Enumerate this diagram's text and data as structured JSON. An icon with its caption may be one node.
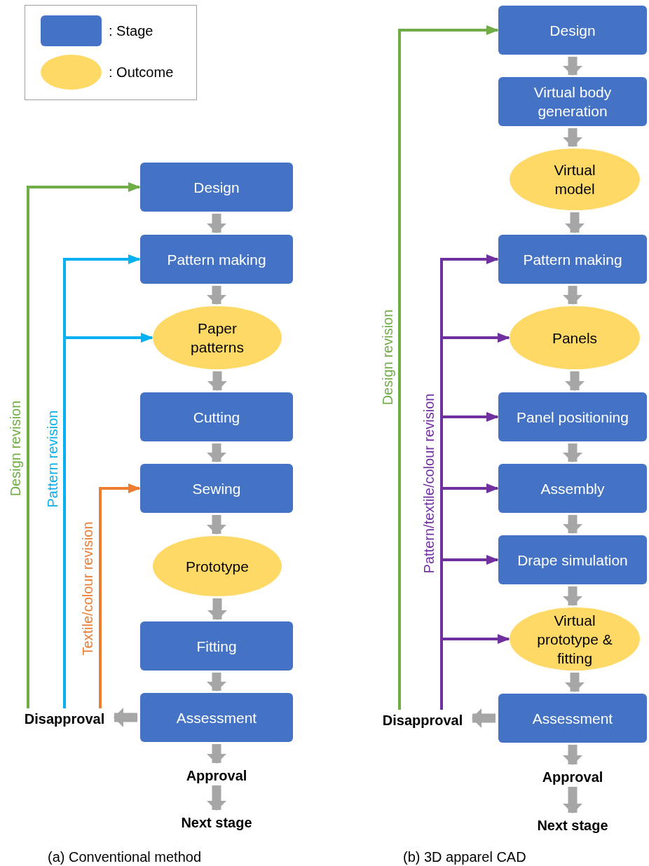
{
  "diagram": {
    "nodes": [
      {
        "text": [
          "Design"
        ]
      },
      {
        "text": [
          "Pattern making"
        ]
      },
      {
        "text": [
          "Paper patterns"
        ]
      },
      {
        "text": [
          "Cutting"
        ]
      },
      {
        "text": [
          "Sewing"
        ]
      },
      {
        "text": [
          "Prototype"
        ]
      },
      {
        "text": [
          "Fitting"
        ]
      },
      {
        "text": [
          "Assessment"
        ]
      },
      {
        "text": [
          "Disapproval"
        ]
      },
      {
        "text": [
          "Approval"
        ]
      },
      {
        "text": [
          "Next stage"
        ]
      },
      {
        "text": [
          "Design"
        ]
      },
      {
        "text": [
          "Virtual body generation"
        ]
      },
      {
        "text": [
          "Virtual model"
        ]
      },
      {
        "text": [
          "Pattern making"
        ]
      },
      {
        "text": [
          "Panels"
        ]
      },
      {
        "text": [
          "Panel positioning"
        ]
      },
      {
        "text": [
          "Assembly"
        ]
      },
      {
        "text": [
          "Drape simulation"
        ]
      },
      {
        "text": [
          "Virtual prototype & fitting"
        ]
      },
      {
        "text": [
          "Assessment"
        ]
      },
      {
        "text": [
          "Disapproval"
        ]
      },
      {
        "text": [
          "Approval"
        ]
      },
      {
        "text": [
          "Next stage"
        ]
      }
    ],
    "edges": [
      {
        "from": 0,
        "to": 1,
        "arrow": "to"
      },
      {
        "from": 1,
        "to": 2,
        "arrow": "to"
      },
      {
        "from": 2,
        "to": 3,
        "arrow": "to"
      },
      {
        "from": 3,
        "to": 4,
        "arrow": "to"
      },
      {
        "from": 4,
        "to": 5,
        "arrow": "to"
      },
      {
        "from": 5,
        "to": 6,
        "arrow": "to"
      },
      {
        "from": 6,
        "to": 7,
        "arrow": "to"
      },
      {
        "from": 7,
        "to": 9,
        "arrow": "to"
      },
      {
        "from": 9,
        "to": 10,
        "arrow": "to"
      },
      {
        "from": 7,
        "to": 8,
        "arrow": "to"
      },
      {
        "from": 8,
        "to": 0,
        "arrow": "to",
        "label": "Design revision",
        "color": "#70ad47"
      },
      {
        "from": 8,
        "to": 1,
        "arrow": "to",
        "label": "Pattern revision",
        "color": "#00b0f0"
      },
      {
        "from": 8,
        "to": 2,
        "arrow": "to",
        "color": "#00b0f0"
      },
      {
        "from": 8,
        "to": 4,
        "arrow": "to",
        "label": "Textile/colour revision",
        "color": "#ed7d31"
      },
      {
        "from": 11,
        "to": 12,
        "arrow": "to"
      },
      {
        "from": 12,
        "to": 13,
        "arrow": "to"
      },
      {
        "from": 13,
        "to": 14,
        "arrow": "to"
      },
      {
        "from": 14,
        "to": 15,
        "arrow": "to"
      },
      {
        "from": 15,
        "to": 16,
        "arrow": "to"
      },
      {
        "from": 16,
        "to": 17,
        "arrow": "to"
      },
      {
        "from": 17,
        "to": 18,
        "arrow": "to"
      },
      {
        "from": 18,
        "to": 19,
        "arrow": "to"
      },
      {
        "from": 19,
        "to": 20,
        "arrow": "to"
      },
      {
        "from": 20,
        "to": 22,
        "arrow": "to"
      },
      {
        "from": 22,
        "to": 23,
        "arrow": "to"
      },
      {
        "from": 20,
        "to": 21,
        "arrow": "to"
      },
      {
        "from": 21,
        "to": 11,
        "arrow": "to",
        "label": "Design revision",
        "color": "#70ad47"
      },
      {
        "from": 21,
        "to": 14,
        "arrow": "to",
        "label": "Pattern/textile/colour revision",
        "color": "#7030a0"
      },
      {
        "from": 21,
        "to": 15,
        "arrow": "to",
        "color": "#7030a0"
      },
      {
        "from": 21,
        "to": 16,
        "arrow": "to",
        "color": "#7030a0"
      },
      {
        "from": 21,
        "to": 17,
        "arrow": "to",
        "color": "#7030a0"
      },
      {
        "from": 21,
        "to": 18,
        "arrow": "to",
        "color": "#7030a0"
      },
      {
        "from": 21,
        "to": 19,
        "arrow": "to",
        "color": "#7030a0"
      }
    ],
    "labels": [
      "(a) Conventional method",
      "(b) 3D apparel CAD"
    ],
    "legend": [
      {
        "text": ": Stage",
        "color": "#4472c4"
      },
      {
        "text": ": Outcome",
        "color": "#ffd966"
      }
    ]
  }
}
